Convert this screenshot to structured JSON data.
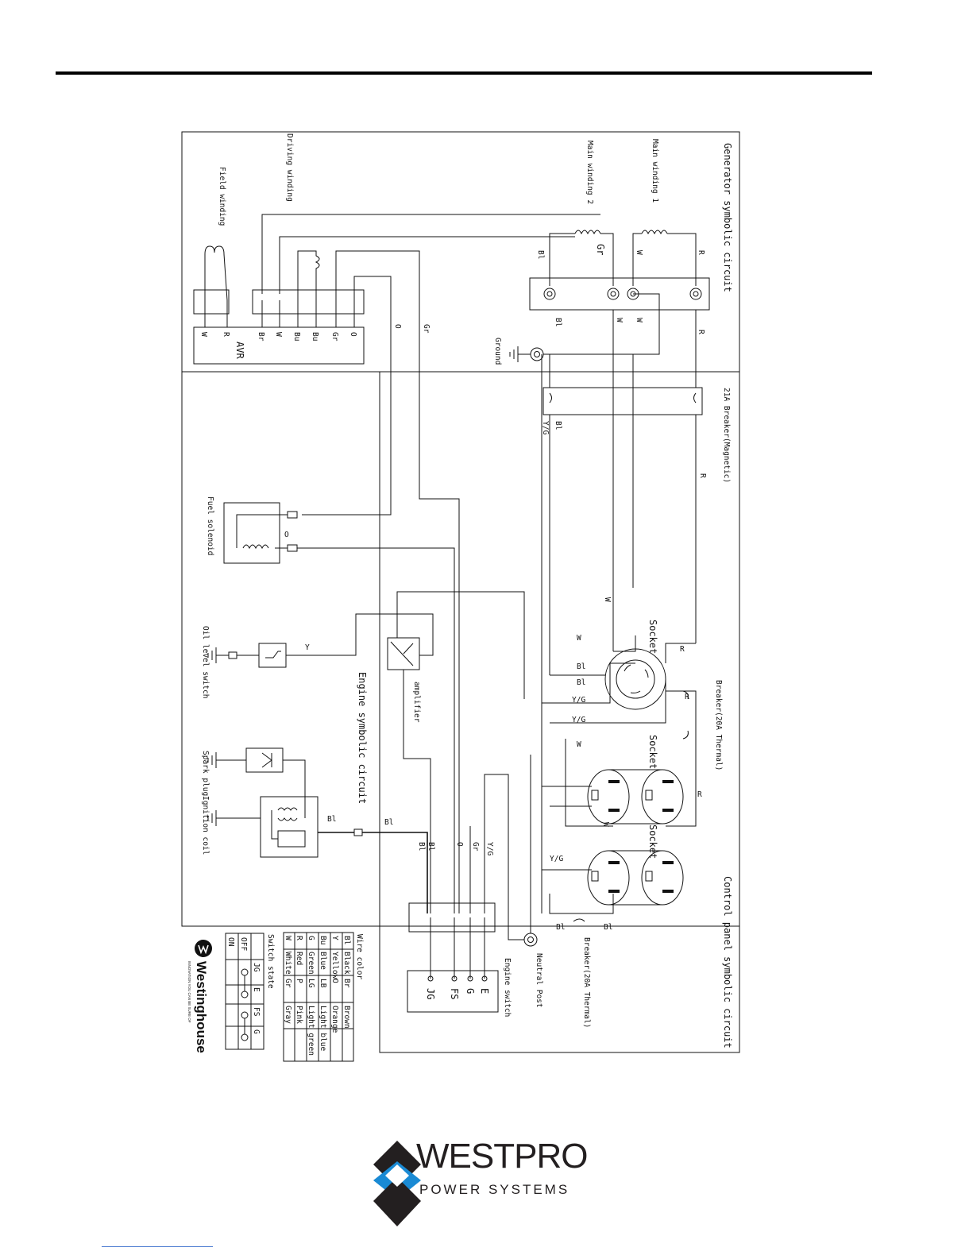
{
  "sections": {
    "generator": "Generator symbolic circuit",
    "control_panel": "Control panel symbolic circuit",
    "engine": "Engine symbolic circuit"
  },
  "components": {
    "main_winding_1": "Main winding 1",
    "main_winding_2": "Main winding 2",
    "driving_winding": "Driving winding",
    "field_winding": "Field winding",
    "avr": "AVR",
    "ground": "Ground",
    "breaker_21a": "21A Breaker(Magnetic)",
    "fuel_solenoid": "Fuel solenoid",
    "oil_level_switch": "Oil level switch",
    "amplifier": "amplifier",
    "spark_plug": "Spark plug",
    "ignition_coil": "Ignition coil",
    "socket": "Socket",
    "breaker_20a_1": "Breaker(20A Thermal)",
    "breaker_20a_2": "Breaker(20A Thermal)",
    "neutral_post": "Neutral Post",
    "engine_switch": "Engine switch"
  },
  "wire_labels": {
    "bl": "Bl",
    "w": "W",
    "r": "R",
    "gr": "Gr",
    "o": "O",
    "yg": "Y/G",
    "y": "Y",
    "br": "Br",
    "bu": "Bu"
  },
  "avr_terminals": [
    "W",
    "R",
    "Br",
    "W",
    "Bu",
    "Bu",
    "Gr",
    "O"
  ],
  "engine_switch_terminals": [
    "JG",
    "FS",
    "G",
    "E"
  ],
  "wire_color_table": {
    "title": "Wire color",
    "rows": [
      [
        "Bl",
        "Black",
        "Br",
        "Brown"
      ],
      [
        "Y",
        "Yellow",
        "O",
        "Orange"
      ],
      [
        "Bu",
        "Blue",
        "LB",
        "Light blue"
      ],
      [
        "G",
        "Green",
        "LG",
        "Light green"
      ],
      [
        "R",
        "Red",
        "P",
        "Pink"
      ],
      [
        "W",
        "White",
        "Gr",
        "Gray"
      ]
    ]
  },
  "switch_state_table": {
    "title": "Switch state",
    "header": [
      "",
      "JG",
      "E",
      "FS",
      "G"
    ],
    "rows": [
      "OFF",
      "ON"
    ]
  },
  "brand_westinghouse": {
    "name": "Westinghouse",
    "tagline": "INNOVATION YOU CAN BE SURE OF"
  },
  "footer_logo": {
    "name": "WESTPRO",
    "subtitle": "POWER SYSTEMS",
    "colors": {
      "dark": "#231f20",
      "blue": "#1a8ad4"
    }
  }
}
